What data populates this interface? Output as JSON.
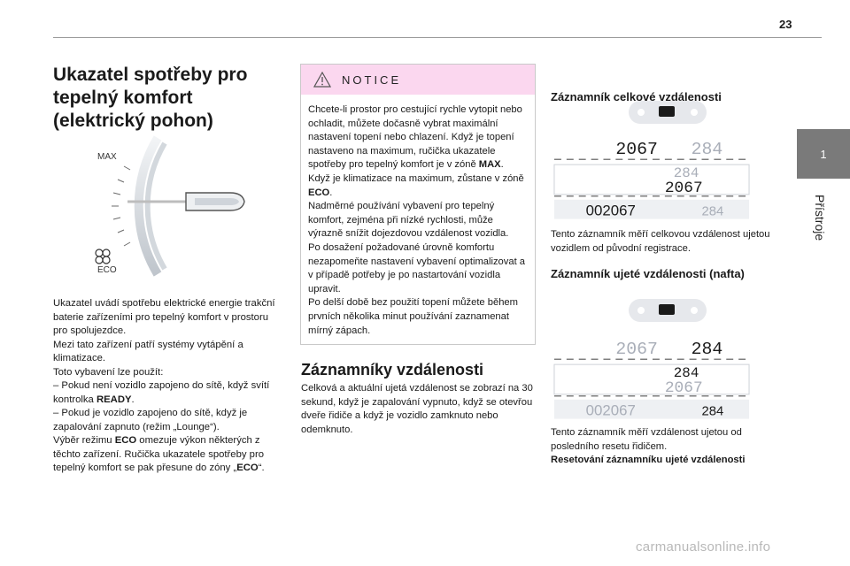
{
  "page_number": "23",
  "side_tab": {
    "number": "1",
    "label": "Přístroje"
  },
  "col1": {
    "title": "Ukazatel spotřeby pro tepelný komfort (elektrický pohon)",
    "gauge": {
      "max_label": "MAX",
      "eco_label": "ECO"
    },
    "paragraphs": [
      "Ukazatel uvádí spotřebu elektrické energie trakční baterie zařízeními pro tepelný komfort v prostoru pro spolujezdce.",
      "Mezi tato zařízení patří systémy vytápění a klimatizace.",
      "Toto vybavení lze použít:"
    ],
    "bullet1_pre": "– Pokud není vozidlo zapojeno do sítě, když svítí kontrolka ",
    "bullet1_bold": "READY",
    "bullet1_post": ".",
    "bullet2": "– Pokud je vozidlo zapojeno do sítě, když je zapalování zapnuto (režim „Lounge“).",
    "eco_pre": "Výběr režimu ",
    "eco_bold": "ECO",
    "eco_post": " omezuje výkon některých z těchto zařízení. Ručička ukazatele spotřeby pro tepelný komfort se pak přesune do zóny „",
    "eco_bold2": "ECO",
    "eco_end": "“."
  },
  "notice": {
    "title": "NOTICE",
    "p1_pre": "Chcete-li prostor pro cestující rychle vytopit nebo ochladit, můžete dočasně vybrat maximální nastavení topení nebo chlazení. Když je topení nastaveno na maximum, ručička ukazatele spotřeby pro tepelný komfort je v zóně ",
    "p1_bold1": "MAX",
    "p1_mid": ". Když je klimatizace na maximum, zůstane v zóně ",
    "p1_bold2": "ECO",
    "p1_end": ".",
    "p2": "Nadměrné používání vybavení pro tepelný komfort, zejména při nízké rychlosti, může výrazně snížit dojezdovou vzdálenost vozidla.",
    "p3": "Po dosažení požadované úrovně komfortu nezapomeňte nastavení vybavení optimalizovat a v případě potřeby je po nastartování vozidla upravit.",
    "p4": "Po delší době bez použití topení můžete během prvních několika minut používání zaznamenat mírný zápach."
  },
  "distance": {
    "title": "Záznamníky vzdálenosti",
    "text": "Celková a aktuální ujetá vzdálenost se zobrazí na 30 sekund, když je zapalování vypnuto, když se otevřou dveře řidiče a když je vozidlo zamknuto nebo odemknuto."
  },
  "total": {
    "title": "Záznamník celkové vzdálenosti",
    "display": {
      "row1_total": "2067",
      "row1_trip": "284",
      "row2_trip": "284",
      "row2_total": "2067",
      "row3_total": "002067",
      "row3_trip": "284"
    },
    "text": "Tento záznamník měří celkovou vzdálenost ujetou vozidlem od původní registrace."
  },
  "trip": {
    "title": "Záznamník ujeté vzdálenosti (nafta)",
    "display": {
      "row1_total": "2067",
      "row1_trip": "284",
      "row2_trip": "284",
      "row2_total": "2067",
      "row3_total": "002067",
      "row3_trip": "284"
    },
    "text": "Tento záznamník měří vzdálenost ujetou od posledního resetu řidičem.",
    "reset": "Resetování záznamníku ujeté vzdálenosti"
  },
  "footer": "carmanualsonline.info",
  "colors": {
    "notice_bg": "#fbd7ef",
    "tab_bg": "#7a7a7a",
    "lcd_dark": "#1a1a1a",
    "lcd_dim": "#a9aeb8"
  }
}
